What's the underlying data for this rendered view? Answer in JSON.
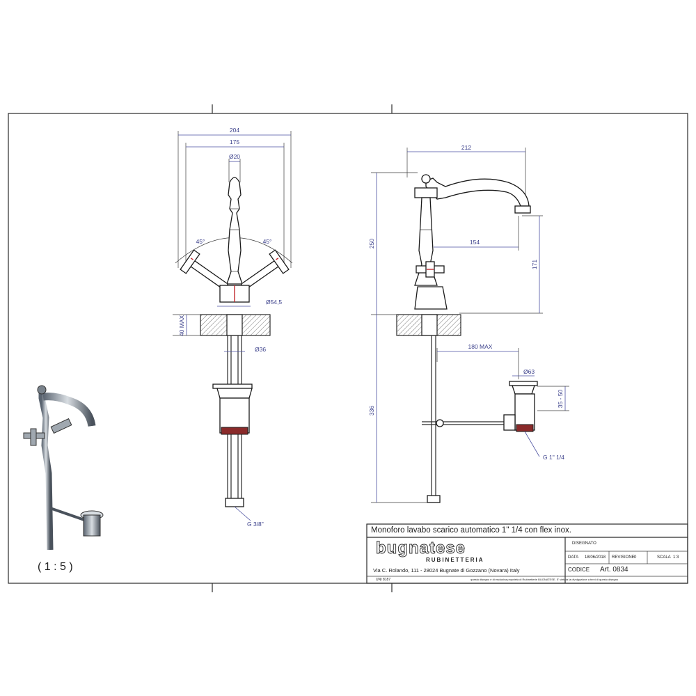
{
  "title_block": {
    "description": "Monoforo lavabo scarico automatico 1\" 1/4 con flex inox.",
    "brand": "bugnatese",
    "brand_sub": "RUBINETTERIA",
    "address": "Via C. Rolando, 111 - 28024 Bugnate di Gozzano (Novara) Italy",
    "disegnato_label": "DISEGNATO",
    "data_label": "DATA",
    "data_value": "18/06/2018",
    "revisione_label": "REVISIONE",
    "revisione_value": "0",
    "scala_label": "SCALA",
    "scala_value": "1:3",
    "codice_label": "CODICE",
    "codice_value": "Art. 0834",
    "uni_label": "UNI 8187",
    "legal": "questo disegno è di esclusiva proprietà di Rubinetterie BUGNATESE. E' vietata la divulgazione a terzi di questo disegno"
  },
  "scale_label": "( 1 : 5 )",
  "front_view": {
    "dim_204": "204",
    "dim_175": "175",
    "dim_d20": "Ø20",
    "angle_left": "45°",
    "angle_right": "45°",
    "dim_d545": "Ø54,5",
    "dim_40max": "40 MAX",
    "dim_d36": "Ø36",
    "thread": "G 3/8\""
  },
  "side_view": {
    "dim_212": "212",
    "dim_250": "250",
    "dim_154": "154",
    "dim_171": "171",
    "dim_180max": "180 MAX",
    "dim_d63": "Ø63",
    "dim_3550": "35 - 50",
    "dim_336": "336",
    "thread": "G 1\" 1/4"
  }
}
